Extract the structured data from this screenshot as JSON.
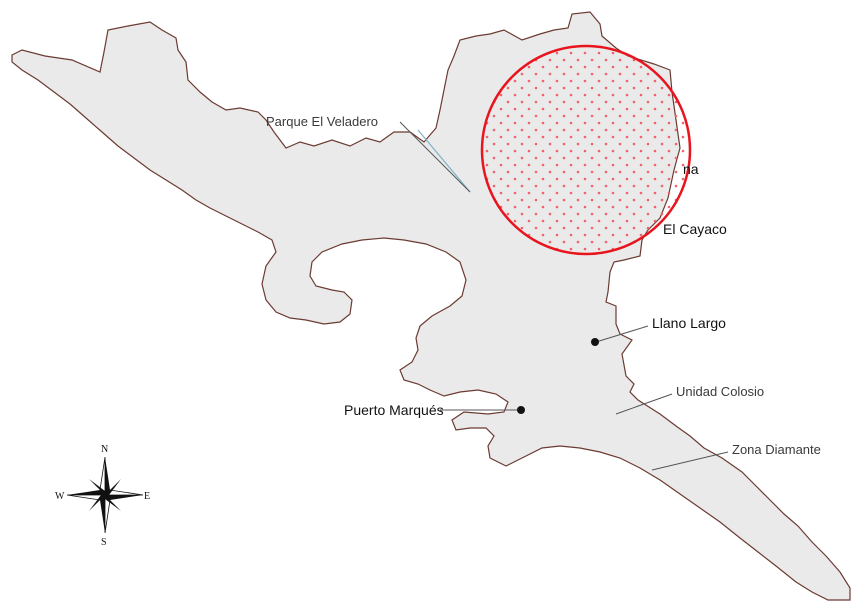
{
  "map": {
    "colors": {
      "land_fill": "#eaeaea",
      "land_stroke": "#6b3b32",
      "zone_stroke": "#e8141e",
      "zone_dots": "#f0636b",
      "leader": "#555555",
      "stream": "#7fb3c6"
    },
    "labels": {
      "parque": "Parque El Veladero",
      "partial": "na",
      "cayaco": "El Cayaco",
      "llano": "Llano Largo",
      "colosio": "Unidad Colosio",
      "diamante": "Zona Diamante",
      "marques": "Puerto Marqués"
    },
    "compass": {
      "n": "N",
      "s": "S",
      "e": "E",
      "w": "W",
      "icon": "compass-rose-icon"
    }
  }
}
